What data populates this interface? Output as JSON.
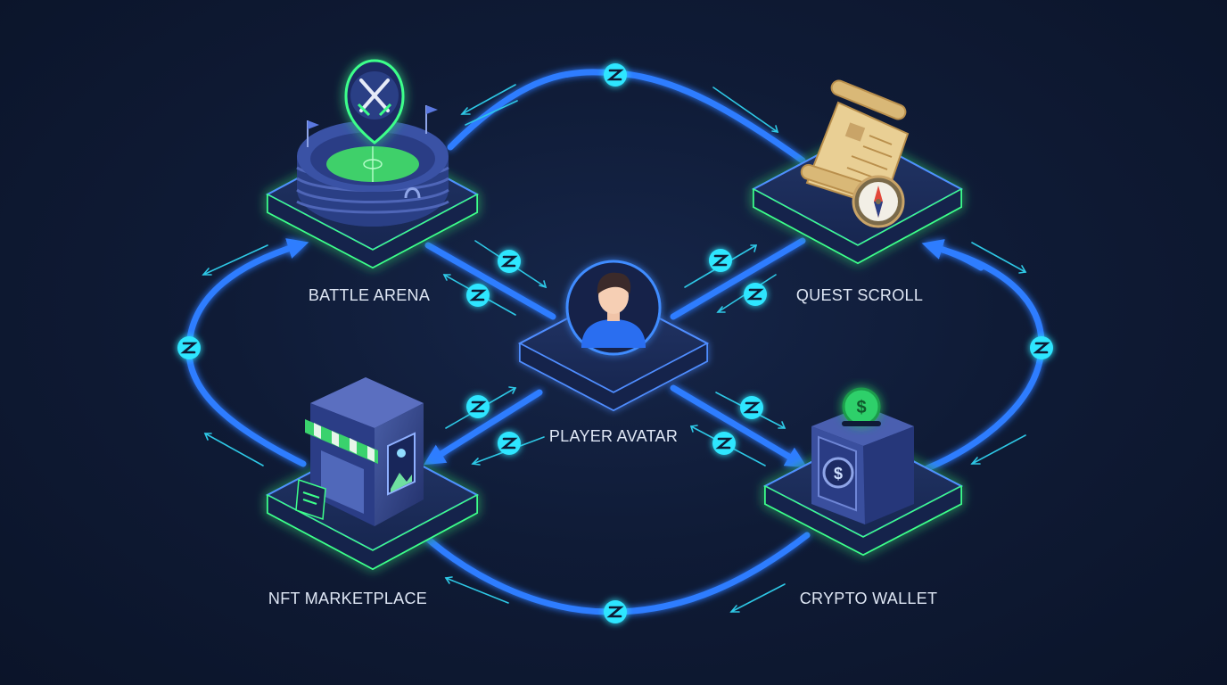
{
  "labels": {
    "battle_arena": "BATTLE ARENA",
    "quest_scroll": "QUEST SCROLL",
    "player_avatar": "PLAYER AVATAR",
    "nft_marketplace": "NFT MARKETPLACE",
    "crypto_wallet": "CRYPTO WALLET"
  },
  "colors": {
    "background": "#0f1b36",
    "flow_line": "#2f7dff",
    "token": "#2ee6ff",
    "platform_glow": "#3dff8a",
    "platform": "#1c2c58"
  },
  "icons": {
    "battle_arena": "stadium-with-swords-icon",
    "quest_scroll": "scroll-and-compass-icon",
    "player_avatar": "user-avatar-icon",
    "nft_marketplace": "shop-icon",
    "crypto_wallet": "safe-with-coin-icon",
    "token": "token-coin-icon"
  }
}
